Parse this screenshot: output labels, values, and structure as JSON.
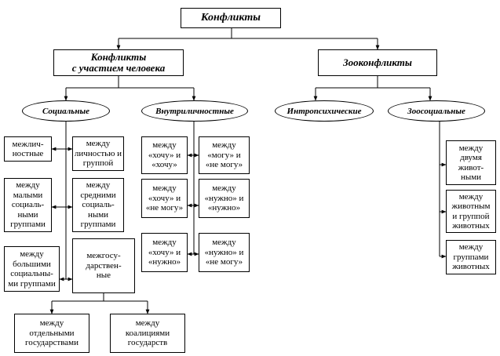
{
  "root": "Конфликты",
  "main": {
    "human": "Конфликты\nс участием человека",
    "zoo": "Зооконфликты"
  },
  "categories": {
    "social": "Социальные",
    "intrapersonal": "Внутриличностные",
    "intrapsychic": "Интропсихические",
    "zoosocial": "Зоосоциальные"
  },
  "social": {
    "interpersonal": "межлич-\nностные",
    "person_group": "между\nличностью и\nгруппой",
    "small_groups": "между\nмалыми\nсоциаль-\nными\nгруппами",
    "medium_groups": "между\nсредними\nсоциаль-\nными\nгруппами",
    "large_groups": "между\nбольшими\nсоциальны-\nми группами",
    "interstate": "межгосу-\nдарствен-\nные",
    "separate_states": "между\nотдельными\nгосударствами",
    "state_coalitions": "между\nкоалициями\nгосударств"
  },
  "intrapersonal": {
    "want_want": "между\n«хочу» и\n«хочу»",
    "can_cannot": "между\n«могу» и\n«не могу»",
    "want_cannot": "между\n«хочу» и\n«не могу»",
    "need_need": "между\n«нужно» и\n«нужно»",
    "want_need": "между\n«хочу» и\n«нужно»",
    "need_cannot": "между\n«нужно» и\n«не могу»"
  },
  "zoosocial": {
    "two_animals": "между\nдвумя\nживот-\nными",
    "animal_group": "между\nживотным\nи группой\nживотных",
    "animal_groups": "между\nгруппами\nживотных"
  }
}
